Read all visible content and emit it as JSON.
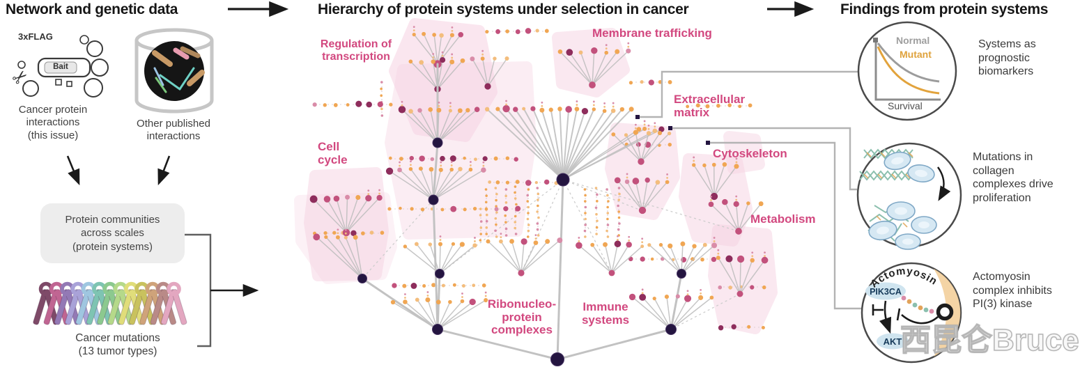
{
  "figure": {
    "left": {
      "title": "Network and genetic data",
      "flag_label": "3xFLAG",
      "bait_label": "Bait",
      "bait_caption": "Cancer protein\ninteractions\n(this issue)",
      "db_caption": "Other published\ninteractions",
      "communities_box": "Protein communities\nacross scales\n(protein systems)",
      "mutations_caption": "Cancer mutations\n(13 tumor types)"
    },
    "middle": {
      "title": "Hierarchy of protein systems under selection in cancer",
      "labels": {
        "regulation": "Regulation of\ntranscription",
        "membrane": "Membrane trafficking",
        "cell_cycle": "Cell\ncycle",
        "ecm": "Extracellular\nmatrix",
        "cytoskeleton": "Cytoskeleton",
        "metabolism": "Metabolism",
        "ribonucleo": "Ribonucleo-\nprotein\ncomplexes",
        "immune": "Immune\nsystems"
      }
    },
    "right": {
      "title": "Findings from protein systems",
      "survival": {
        "normal": "Normal",
        "mutant": "Mutant",
        "axis": "Survival"
      },
      "captions": {
        "biomarkers": "Systems as\nprognostic\nbiomarkers",
        "collagen": "Mutations in\ncollagen\ncomplexes drive\nproliferation",
        "actomyosin": "Actomyosin\ncomplex inhibits\nPI(3) kinase"
      },
      "pathway": {
        "arc_label": "Actomyosin",
        "node1": "PIK3CA",
        "node2": "AKT"
      }
    },
    "watermark": "西昆仑Bruce"
  },
  "colors": {
    "accent_pink": "#d2487f",
    "blob_pink": "#f6d2e2",
    "node_orange": "#f0a653",
    "node_orange_light": "#f3bd7d",
    "node_crimson": "#c2517c",
    "node_maroon": "#8e2d5c",
    "node_rose": "#d98ca8",
    "node_navy": "#241540",
    "edge_gray": "#bdbdbd",
    "survival_normal": "#9c9c9c",
    "survival_mutant": "#e2a33c",
    "cell_blue": "#d6e8f3",
    "mesh_teal": "#8bbfae",
    "mesh_orange": "#e2aa5e",
    "ribbons": [
      "#7e4a68",
      "#c06592",
      "#9379b5",
      "#a9a2d8",
      "#9fc6e0",
      "#7ec4b2",
      "#8cc98f",
      "#b5d98a",
      "#e0dd7a",
      "#c9c25e",
      "#cfa37a",
      "#b98a87",
      "#e3a7c0"
    ]
  }
}
